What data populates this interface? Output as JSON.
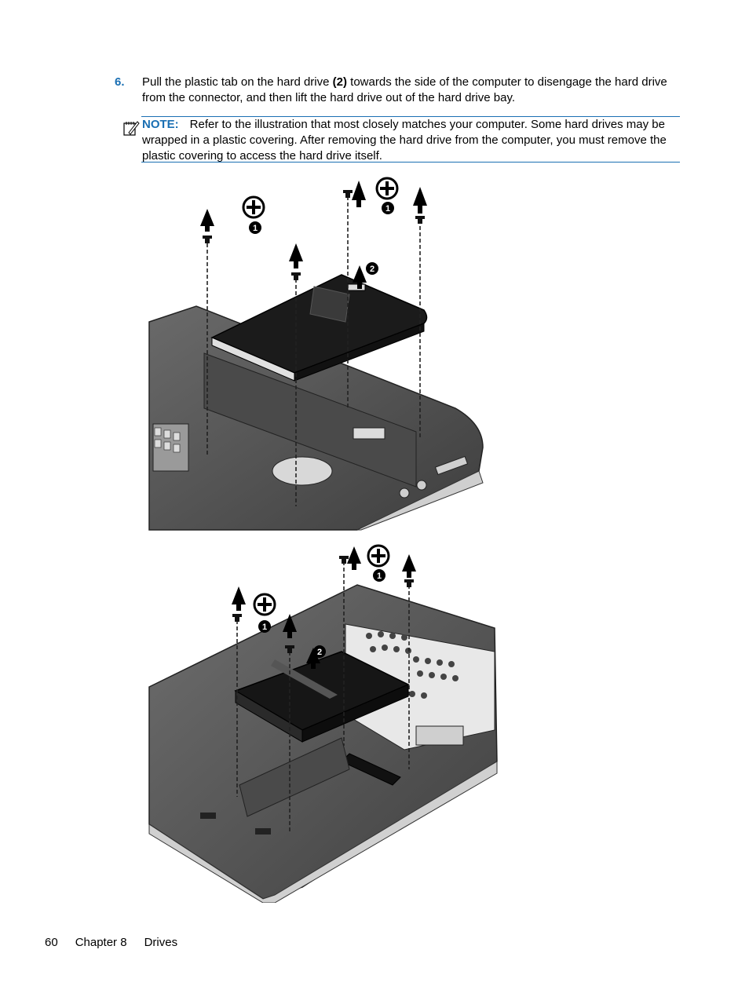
{
  "step": {
    "number": "6.",
    "text_before": "Pull the plastic tab on the hard drive ",
    "callout": "(2)",
    "text_after": " towards the side of the computer to disengage the hard drive from the connector, and then lift the hard drive out of the hard drive bay."
  },
  "note": {
    "label": "NOTE:",
    "text": "Refer to the illustration that most closely matches your computer. Some hard drives may be wrapped in a plastic covering. After removing the hard drive from the computer, you must remove the plastic covering to access the hard drive itself.",
    "icon": "note-pencil-icon"
  },
  "figures": {
    "top": {
      "callouts": [
        "1",
        "1",
        "2"
      ],
      "icons": [
        "screw-icon",
        "up-arrow-icon",
        "phillips-screwdriver-icon"
      ]
    },
    "bottom": {
      "callouts": [
        "1",
        "1",
        "2"
      ],
      "icons": [
        "screw-icon",
        "up-arrow-icon",
        "phillips-screwdriver-icon"
      ]
    }
  },
  "footer": {
    "page_number": "60",
    "chapter": "Chapter 8",
    "section": "Drives"
  },
  "colors": {
    "accent": "#1a6fb3",
    "text": "#000000"
  }
}
